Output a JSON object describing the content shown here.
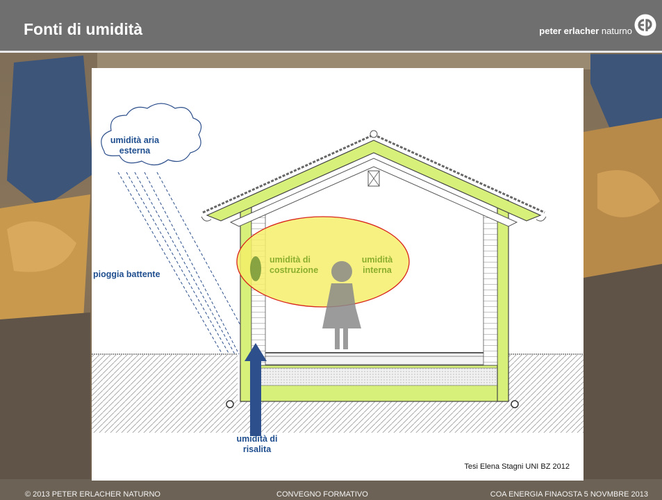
{
  "header": {
    "title": "Fonti di umidità",
    "brand_bold": "peter erlacher",
    "brand_light": "naturno",
    "logo_icon": "ep-logo-icon"
  },
  "diagram": {
    "labels": {
      "external_air": "umidità aria esterna",
      "driving_rain": "pioggia battente",
      "construction": "umidità di costruzione",
      "internal": "umidità interna",
      "rising": "umidità di risalita"
    },
    "credit": "Tesi Elena Stagni UNI BZ 2012",
    "colors": {
      "insulation": "#d7f07a",
      "highlight": "#f4ee6a",
      "highlight_border": "#d8261c",
      "arrow": "#2d4f8b"
    }
  },
  "footer": {
    "left": "© 2013 PETER ERLACHER NATURNO",
    "center": "CONVEGNO FORMATIVO",
    "right": "COA ENERGIA FINAOSTA   5 NOVMBRE 2013"
  }
}
